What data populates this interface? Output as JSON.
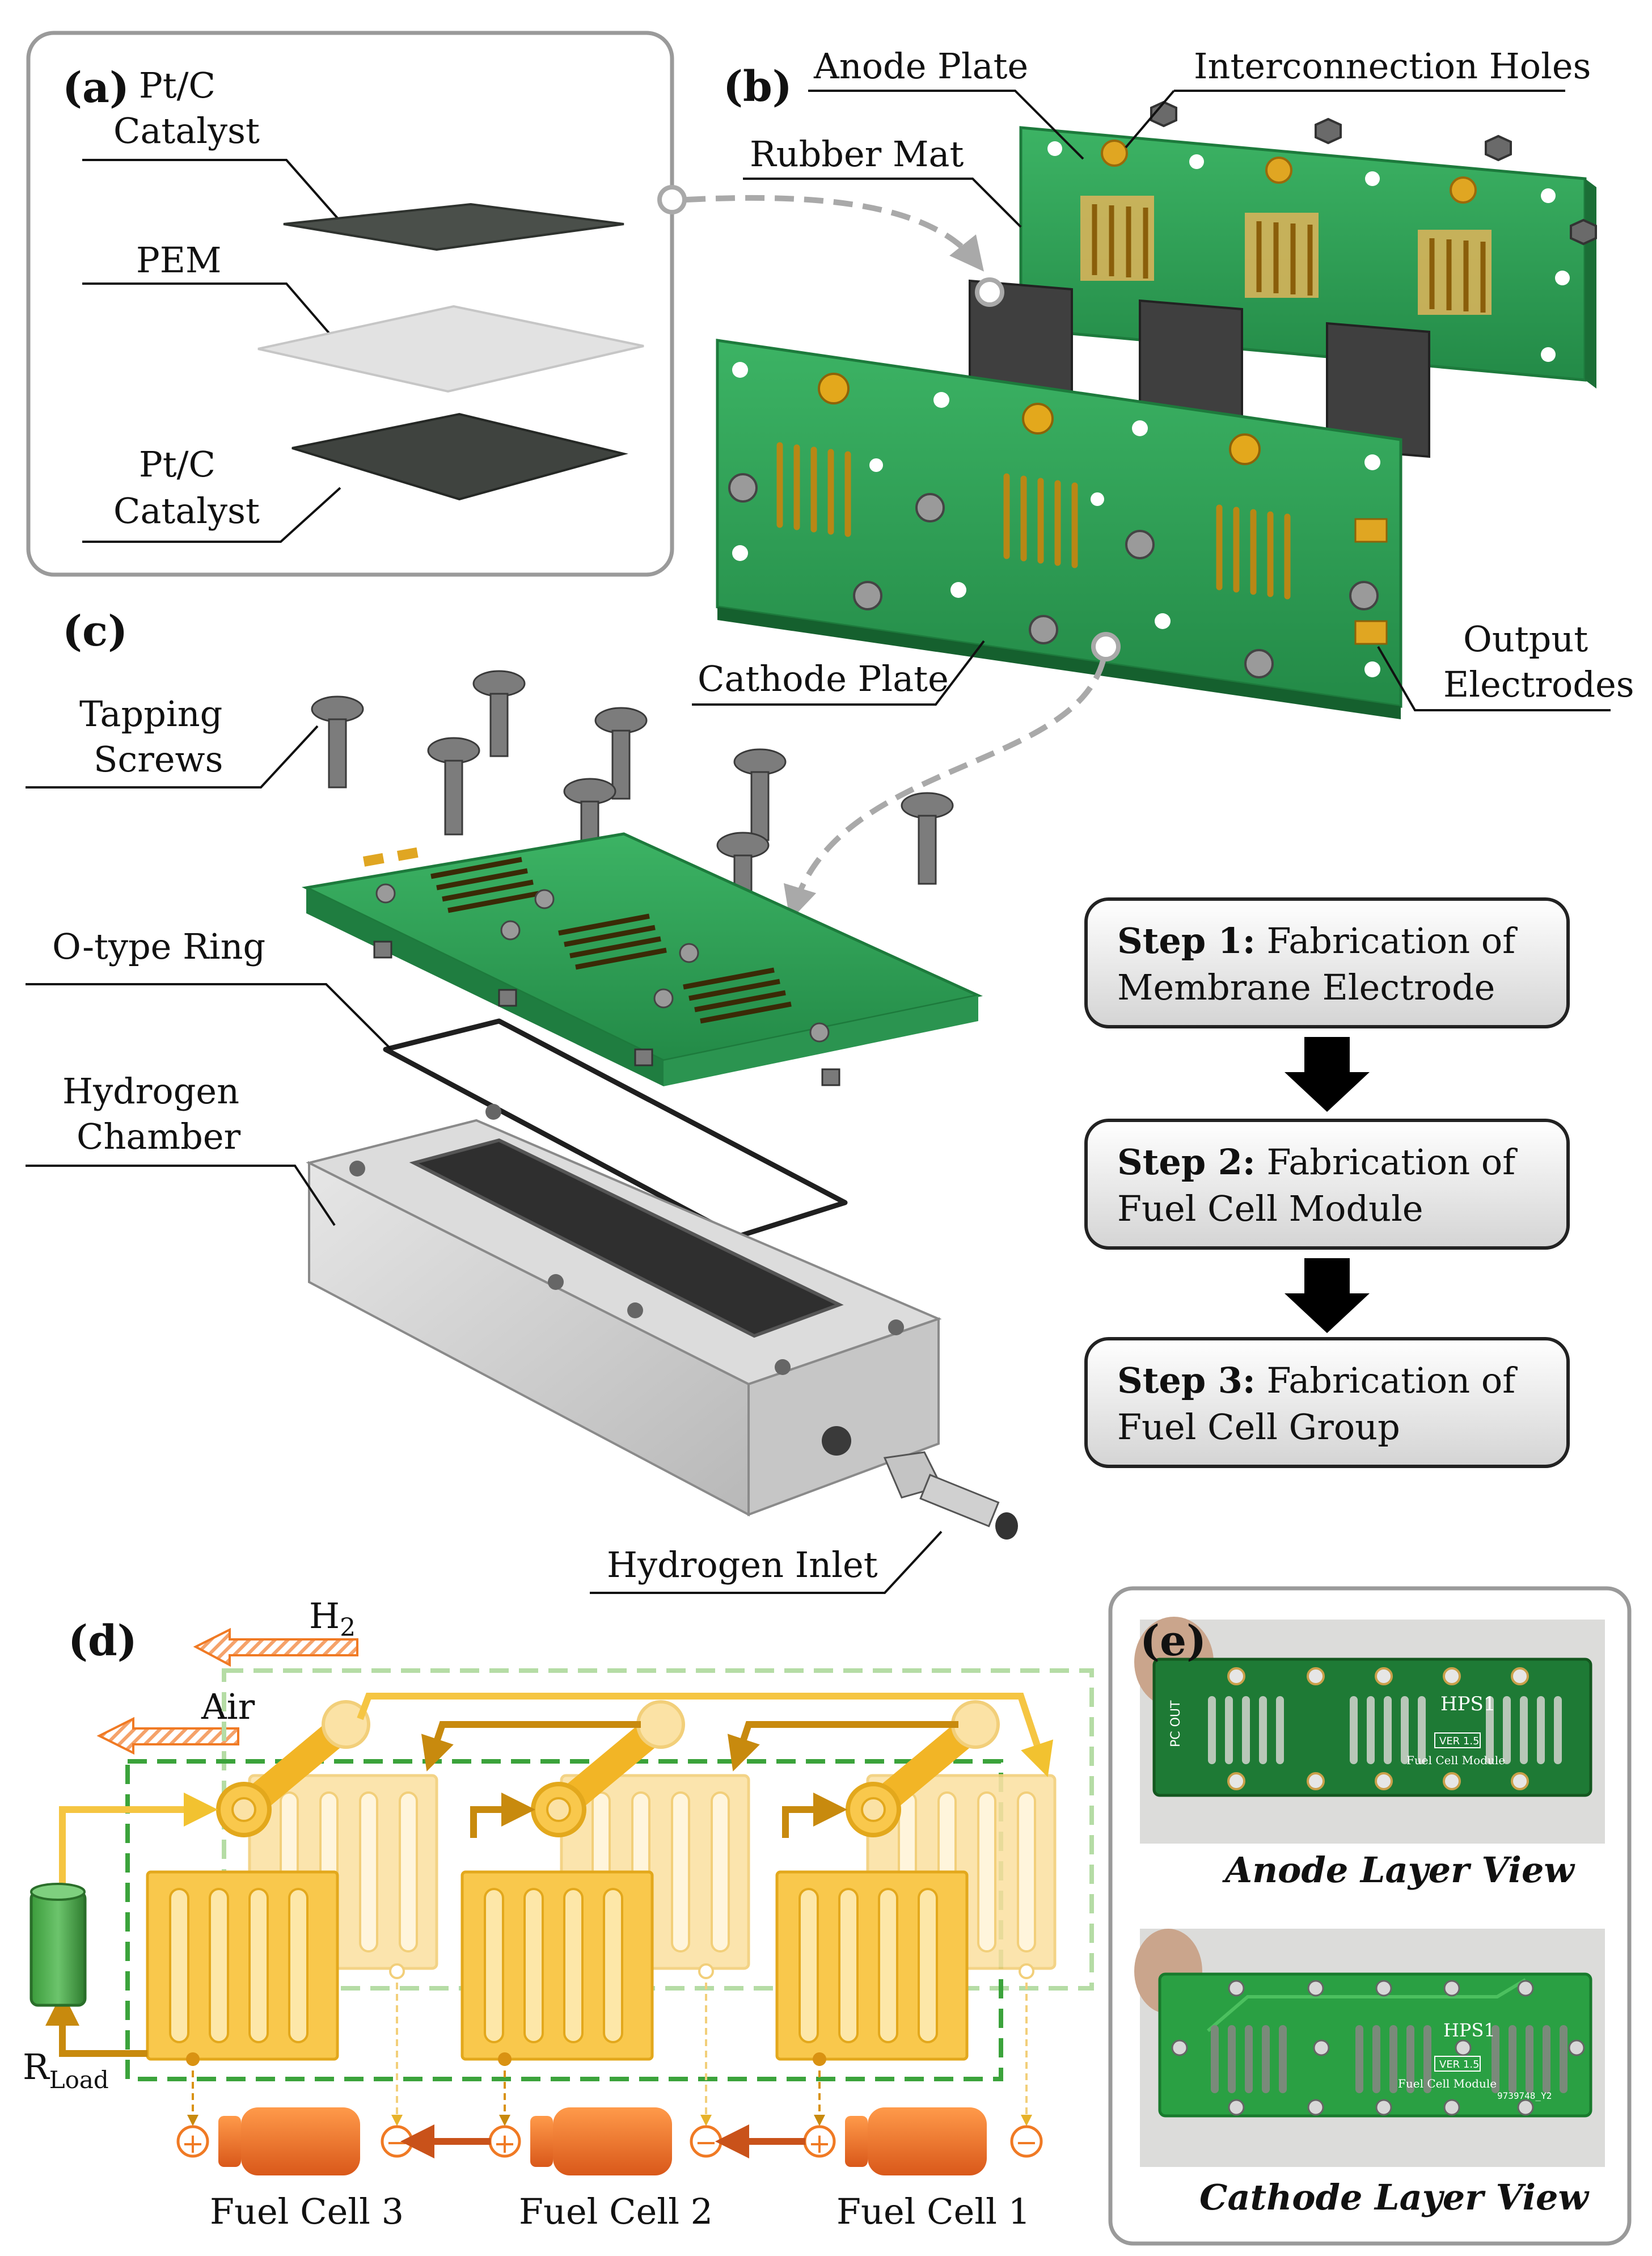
{
  "panel_a": {
    "label": "(a)",
    "layers": [
      {
        "name_line1": "Pt/C",
        "name_line2": "Catalyst"
      },
      {
        "name_line1": "PEM",
        "name_line2": ""
      },
      {
        "name_line1": "Pt/C",
        "name_line2": "Catalyst"
      }
    ]
  },
  "panel_b": {
    "label": "(b)",
    "anode_plate": "Anode Plate",
    "interconnection_holes": "Interconnection Holes",
    "rubber_mat": "Rubber Mat",
    "cathode_plate": "Cathode Plate",
    "output_electrodes_line1": "Output",
    "output_electrodes_line2": "Electrodes"
  },
  "panel_c": {
    "label": "(c)",
    "tapping_screws_line1": "Tapping",
    "tapping_screws_line2": "Screws",
    "o_ring": "O-type Ring",
    "hydrogen_chamber_line1": "Hydrogen",
    "hydrogen_chamber_line2": "Chamber",
    "hydrogen_inlet": "Hydrogen Inlet"
  },
  "steps": [
    {
      "bold": "Step 1:",
      "line1": " Fabrication of",
      "line2": "Membrane Electrode"
    },
    {
      "bold": "Step 2:",
      "line1": " Fabrication of",
      "line2": "Fuel Cell Module"
    },
    {
      "bold": "Step 3:",
      "line1": " Fabrication of",
      "line2": "Fuel Cell Group"
    }
  ],
  "panel_d": {
    "label": "(d)",
    "h2_base": "H",
    "h2_sub": "2",
    "air": "Air",
    "r_base": "R",
    "r_sub": "Load",
    "plus": "+",
    "minus": "−",
    "cells": [
      "Fuel Cell 3",
      "Fuel Cell 2",
      "Fuel Cell 1"
    ]
  },
  "panel_e": {
    "label": "(e)",
    "anode_view": "Anode Layer View",
    "cathode_view": "Cathode Layer View",
    "board_brand": "HPS1",
    "board_version": "VER 1.5",
    "board_module": "Fuel Cell Module",
    "board_port": "PC OUT",
    "board_serial": "9739748_Y2"
  },
  "colors": {
    "pcb_green": "#2f9e55",
    "gold": "#d9a21c",
    "yellow": "#f5c542",
    "orange": "#f07a24",
    "hydrogen_dash_green": "#3ba33b"
  }
}
